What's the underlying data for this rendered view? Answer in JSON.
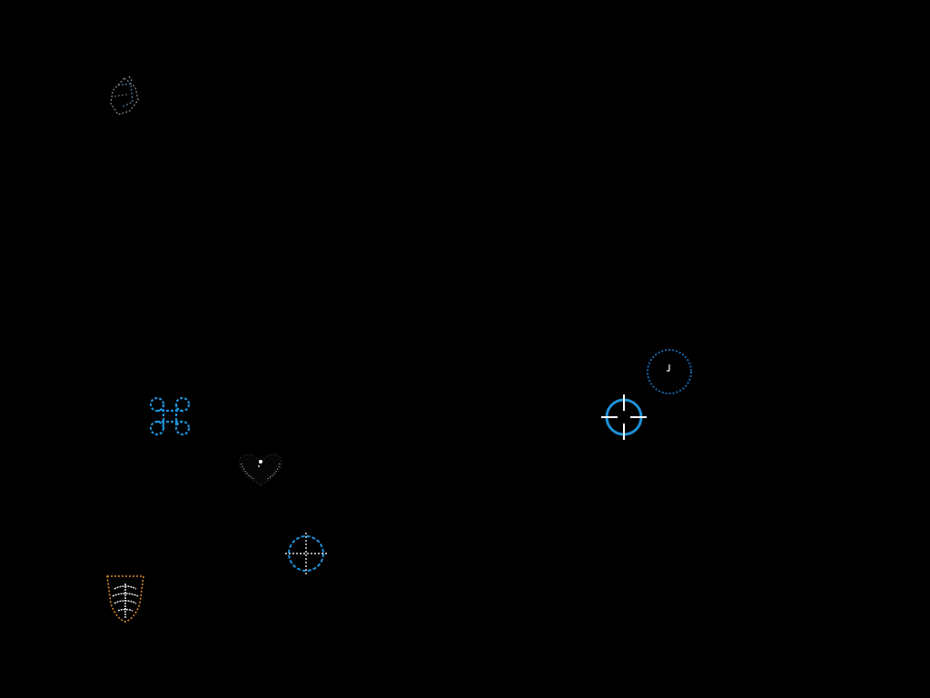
{
  "scene": {
    "background_color": "#000000"
  },
  "colors": {
    "accent_blue": "#1e90d6",
    "dim_blue": "#1565a8",
    "white": "#ffffff",
    "gray": "#9a9a9a",
    "orange": "#d98a2b"
  },
  "icons": [
    {
      "name": "spinning-stone-icon",
      "kind": "decorative"
    },
    {
      "name": "command-key-icon",
      "kind": "collectible"
    },
    {
      "name": "dark-heart-icon",
      "kind": "collectible"
    },
    {
      "name": "small-crosshair-target-icon",
      "kind": "target"
    },
    {
      "name": "striped-shield-icon",
      "kind": "collectible"
    },
    {
      "name": "aiming-reticle-icon",
      "kind": "cursor"
    },
    {
      "name": "dotted-circle-target-icon",
      "kind": "target"
    }
  ]
}
